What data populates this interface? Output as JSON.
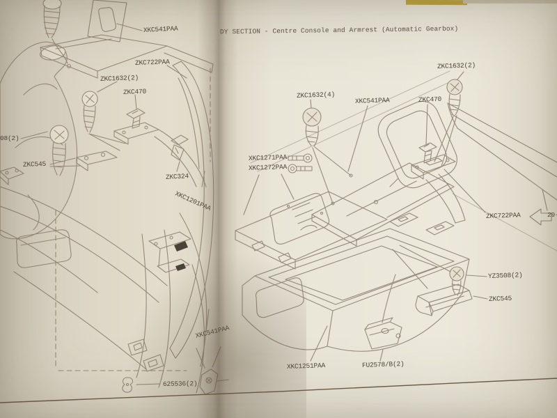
{
  "colors": {
    "line-color": "#96897a",
    "label-ink": "#4e453a",
    "page-edge": "#6e5c47"
  },
  "book": {
    "right_page_header": "DY SECTION - Centre Console and Armrest (Automatic Gearbox)",
    "left_page": {
      "labels": [
        {
          "text": "XKC541PAA"
        },
        {
          "text": "ZKC722PAA"
        },
        {
          "text": "ZKC1632(2)"
        },
        {
          "text": "ZKC470"
        },
        {
          "text": "08(2)"
        },
        {
          "text": "ZKC545"
        },
        {
          "text": "ZKC324"
        },
        {
          "text": "XKC1201PAA"
        },
        {
          "text": "XKC541PAA"
        },
        {
          "text": "625536(2)"
        }
      ]
    },
    "right_page": {
      "labels": [
        {
          "text": "ZKC1632(2)"
        },
        {
          "text": "ZKC1632(4)"
        },
        {
          "text": "XKC541PAA"
        },
        {
          "text": "ZKC470"
        },
        {
          "text": "XKC1271PAA"
        },
        {
          "text": "XKC1272PAA"
        },
        {
          "text": "ZKC722PAA"
        },
        {
          "text": "29-"
        },
        {
          "text": "YZ3508(2)"
        },
        {
          "text": "ZKC545"
        },
        {
          "text": "XKC1251PAA"
        },
        {
          "text": "FU2578/B(2)"
        }
      ]
    }
  }
}
